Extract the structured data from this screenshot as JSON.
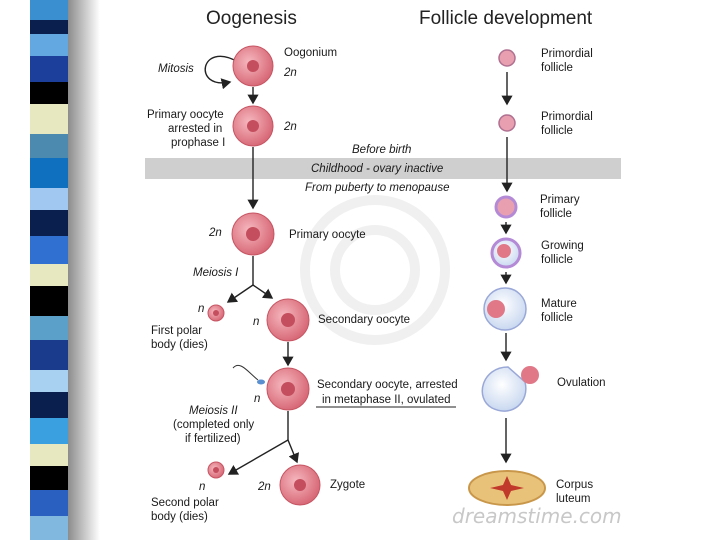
{
  "titles": {
    "oogenesis": "Oogenesis",
    "follicle": "Follicle development"
  },
  "oogenesis": {
    "mitosis": "Mitosis",
    "oogonium": "Oogonium",
    "oogonium_ploidy": "2n",
    "primary_arrested": [
      "Primary oocyte",
      "arrested in",
      "prophase I"
    ],
    "primary_arrested_ploidy": "2n",
    "primary_oocyte": "Primary oocyte",
    "primary_oocyte_ploidy": "2n",
    "meiosis1": "Meiosis I",
    "first_polar_ploidy": "n",
    "first_polar": [
      "First polar",
      "body (dies)"
    ],
    "secondary_ploidy": "n",
    "secondary_oocyte": "Secondary oocyte",
    "ovulated_ploidy": "n",
    "ovulated": [
      "Secondary oocyte, arrested",
      "in metaphase II, ovulated"
    ],
    "meiosis2": [
      "Meiosis II",
      "(completed only",
      "if fertilized)"
    ],
    "second_polar_ploidy": "n",
    "second_polar": [
      "Second polar",
      "body (dies)"
    ],
    "zygote_ploidy": "2n",
    "zygote": "Zygote"
  },
  "timeline": {
    "before_birth": "Before birth",
    "childhood": "Childhood - ovary inactive",
    "puberty": "From puberty to menopause"
  },
  "follicle": {
    "primordial1": [
      "Primordial",
      "follicle"
    ],
    "primordial2": [
      "Primordial",
      "follicle"
    ],
    "primary": [
      "Primary",
      "follicle"
    ],
    "growing": [
      "Growing",
      "follicle"
    ],
    "mature": [
      "Mature",
      "follicle"
    ],
    "ovulation": "Ovulation",
    "corpus": [
      "Corpus",
      "luteum"
    ]
  },
  "watermark": "dreamstime.com",
  "colors": {
    "cell": "#e37f8a",
    "nucleus": "#c44e5d",
    "follicle_ring": "#c9a7e0",
    "corpus": "#e9c27a",
    "band": "#cfcfcf"
  }
}
